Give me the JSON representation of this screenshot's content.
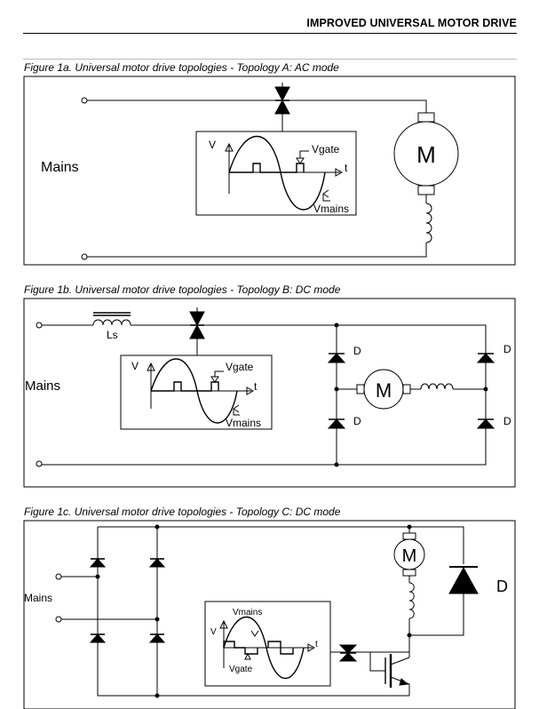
{
  "header": {
    "title": "IMPROVED UNIVERSAL MOTOR DRIVE"
  },
  "figures": [
    {
      "caption": "Figure 1a. Universal motor drive topologies - Topology A: AC mode",
      "mains_label": "Mains",
      "motor_label": "M",
      "inset": {
        "v_label": "V",
        "t_label": "t",
        "vgate_label": "Vgate",
        "vmains_label": "Vmains"
      }
    },
    {
      "caption": "Figure 1b. Universal motor drive topologies - Topology B: DC mode",
      "mains_label": "Mains",
      "motor_label": "M",
      "inductor_label": "Ls",
      "diode_label": "D",
      "inset": {
        "v_label": "V",
        "t_label": "t",
        "vgate_label": "Vgate",
        "vmains_label": "Vmains"
      }
    },
    {
      "caption": "Figure 1c. Universal motor drive topologies - Topology C: DC mode",
      "mains_label": "Mains",
      "motor_label": "M",
      "diode_label": "D",
      "inset": {
        "v_label": "V",
        "t_label": "t",
        "vgate_label": "Vgate",
        "vmains_label": "Vmains"
      }
    }
  ]
}
